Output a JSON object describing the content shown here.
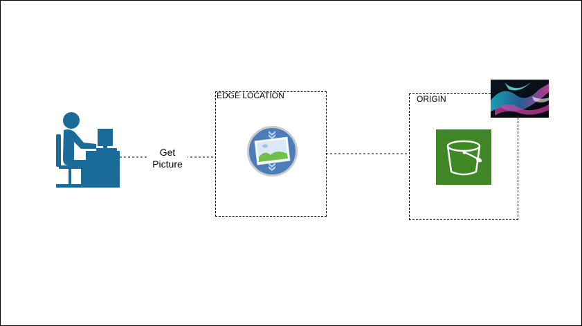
{
  "diagram": {
    "edge_label_line1": "Get",
    "edge_label_line2": "Picture",
    "edge_location_label": "EDGE LOCATION",
    "origin_label": "ORIGIN"
  },
  "icons": {
    "user": "user-at-computer-icon",
    "cdn": "image-cdn-icon",
    "bucket": "s3-bucket-icon",
    "thumbnail": "abstract-image-thumbnail"
  },
  "colors": {
    "user_blue": "#1a6a9a",
    "bucket_green": "#3f8624",
    "cdn_blue": "#4d7db8"
  }
}
